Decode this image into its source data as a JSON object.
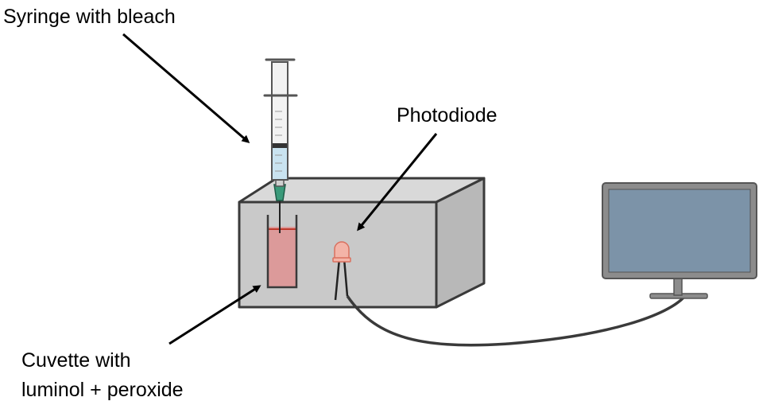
{
  "labels": {
    "syringe": "Syringe with bleach",
    "photodiode": "Photodiode",
    "cuvette_line1": "Cuvette with",
    "cuvette_line2": "luminol + peroxide"
  },
  "colors": {
    "box_front": "#c9c9c9",
    "box_top": "#d9d9d9",
    "box_side": "#b8b8b8",
    "outline": "#3a3a3a",
    "cuvette_liquid": "#dc9a9a",
    "syringe_fluid": "#c9e3f0",
    "needle_hub": "#3a9a7a",
    "photodiode": "#f3b4a8",
    "monitor_screen": "#7c93a8",
    "monitor_frame": "#8c8c8c",
    "cable": "#3a3a3a"
  },
  "icons": [
    "syringe-icon",
    "cuvette-icon",
    "photodiode-icon",
    "monitor-icon"
  ]
}
